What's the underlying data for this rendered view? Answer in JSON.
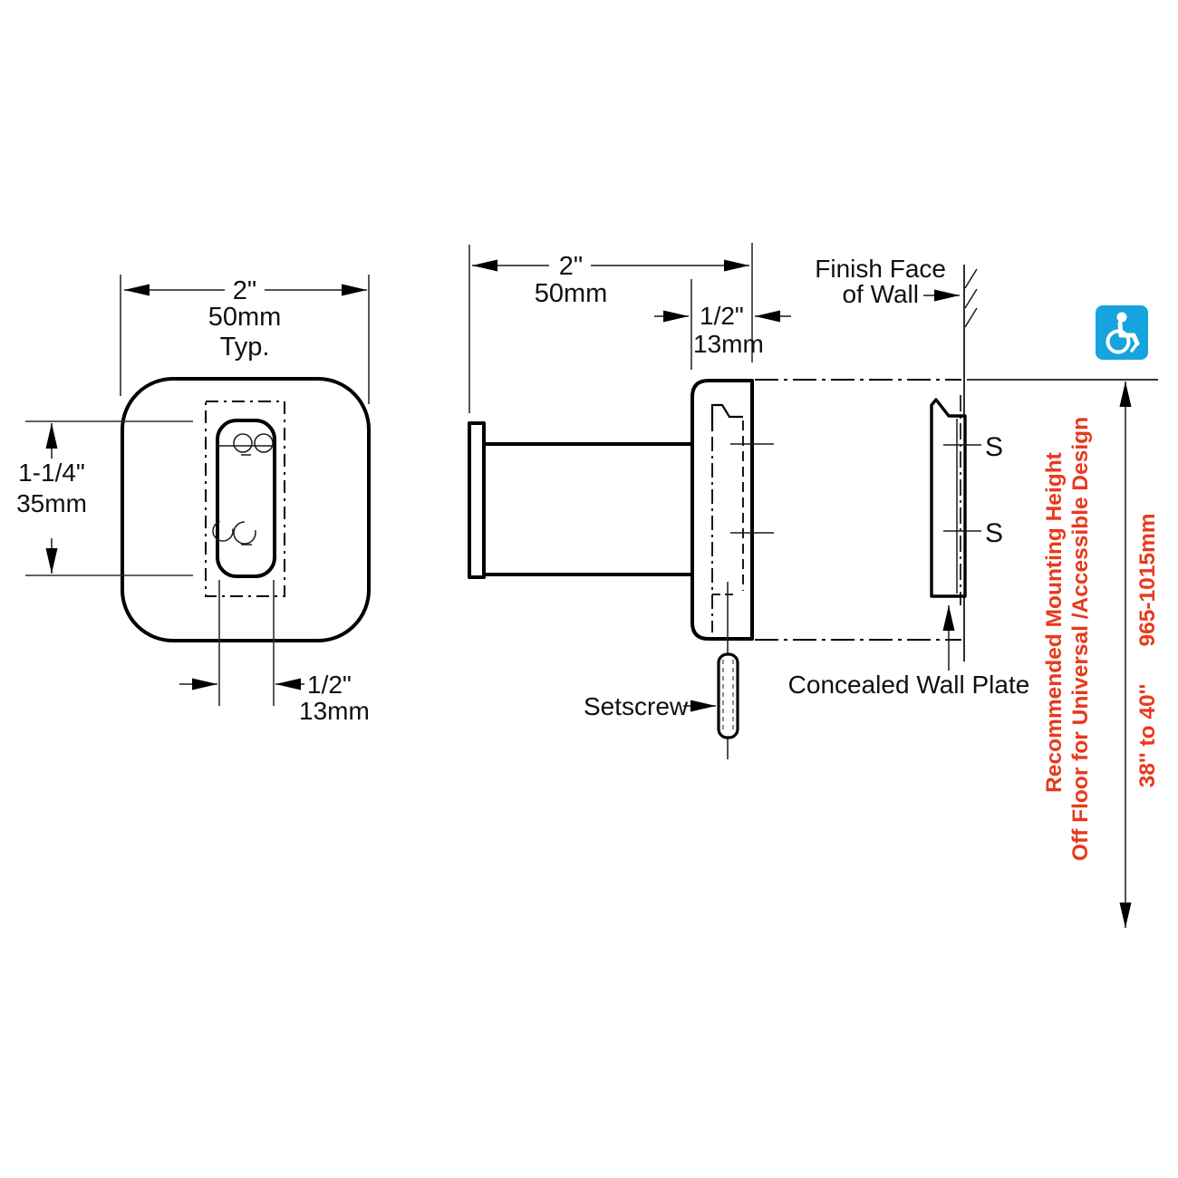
{
  "colors": {
    "line": "#000000",
    "dim_line": "#2e2e2e",
    "accent_red": "#e8391c",
    "accessible_blue": "#17a4de"
  },
  "front_view": {
    "width_in": "2\"",
    "width_mm": "50mm",
    "width_typ": "Typ.",
    "height_in": "1-1/4\"",
    "height_mm": "35mm",
    "slot_in": "1/2\"",
    "slot_mm": "13mm"
  },
  "side_view": {
    "proj_in": "2\"",
    "proj_mm": "50mm",
    "depth_in": "1/2\"",
    "depth_mm": "13mm",
    "setscrew": "Setscrew"
  },
  "wall": {
    "finish_face_1": "Finish Face",
    "finish_face_2": "of Wall",
    "screw_top": "S",
    "screw_bottom": "S",
    "plate_label": "Concealed Wall Plate"
  },
  "mounting": {
    "note_1": "Recommended Mounting Height",
    "note_2": "Off Floor for Universal /Accessible Design",
    "range_in": "38'' to 40''",
    "range_mm": "965-1015mm"
  },
  "icon": {
    "accessibility": "wheelchair-accessible"
  }
}
